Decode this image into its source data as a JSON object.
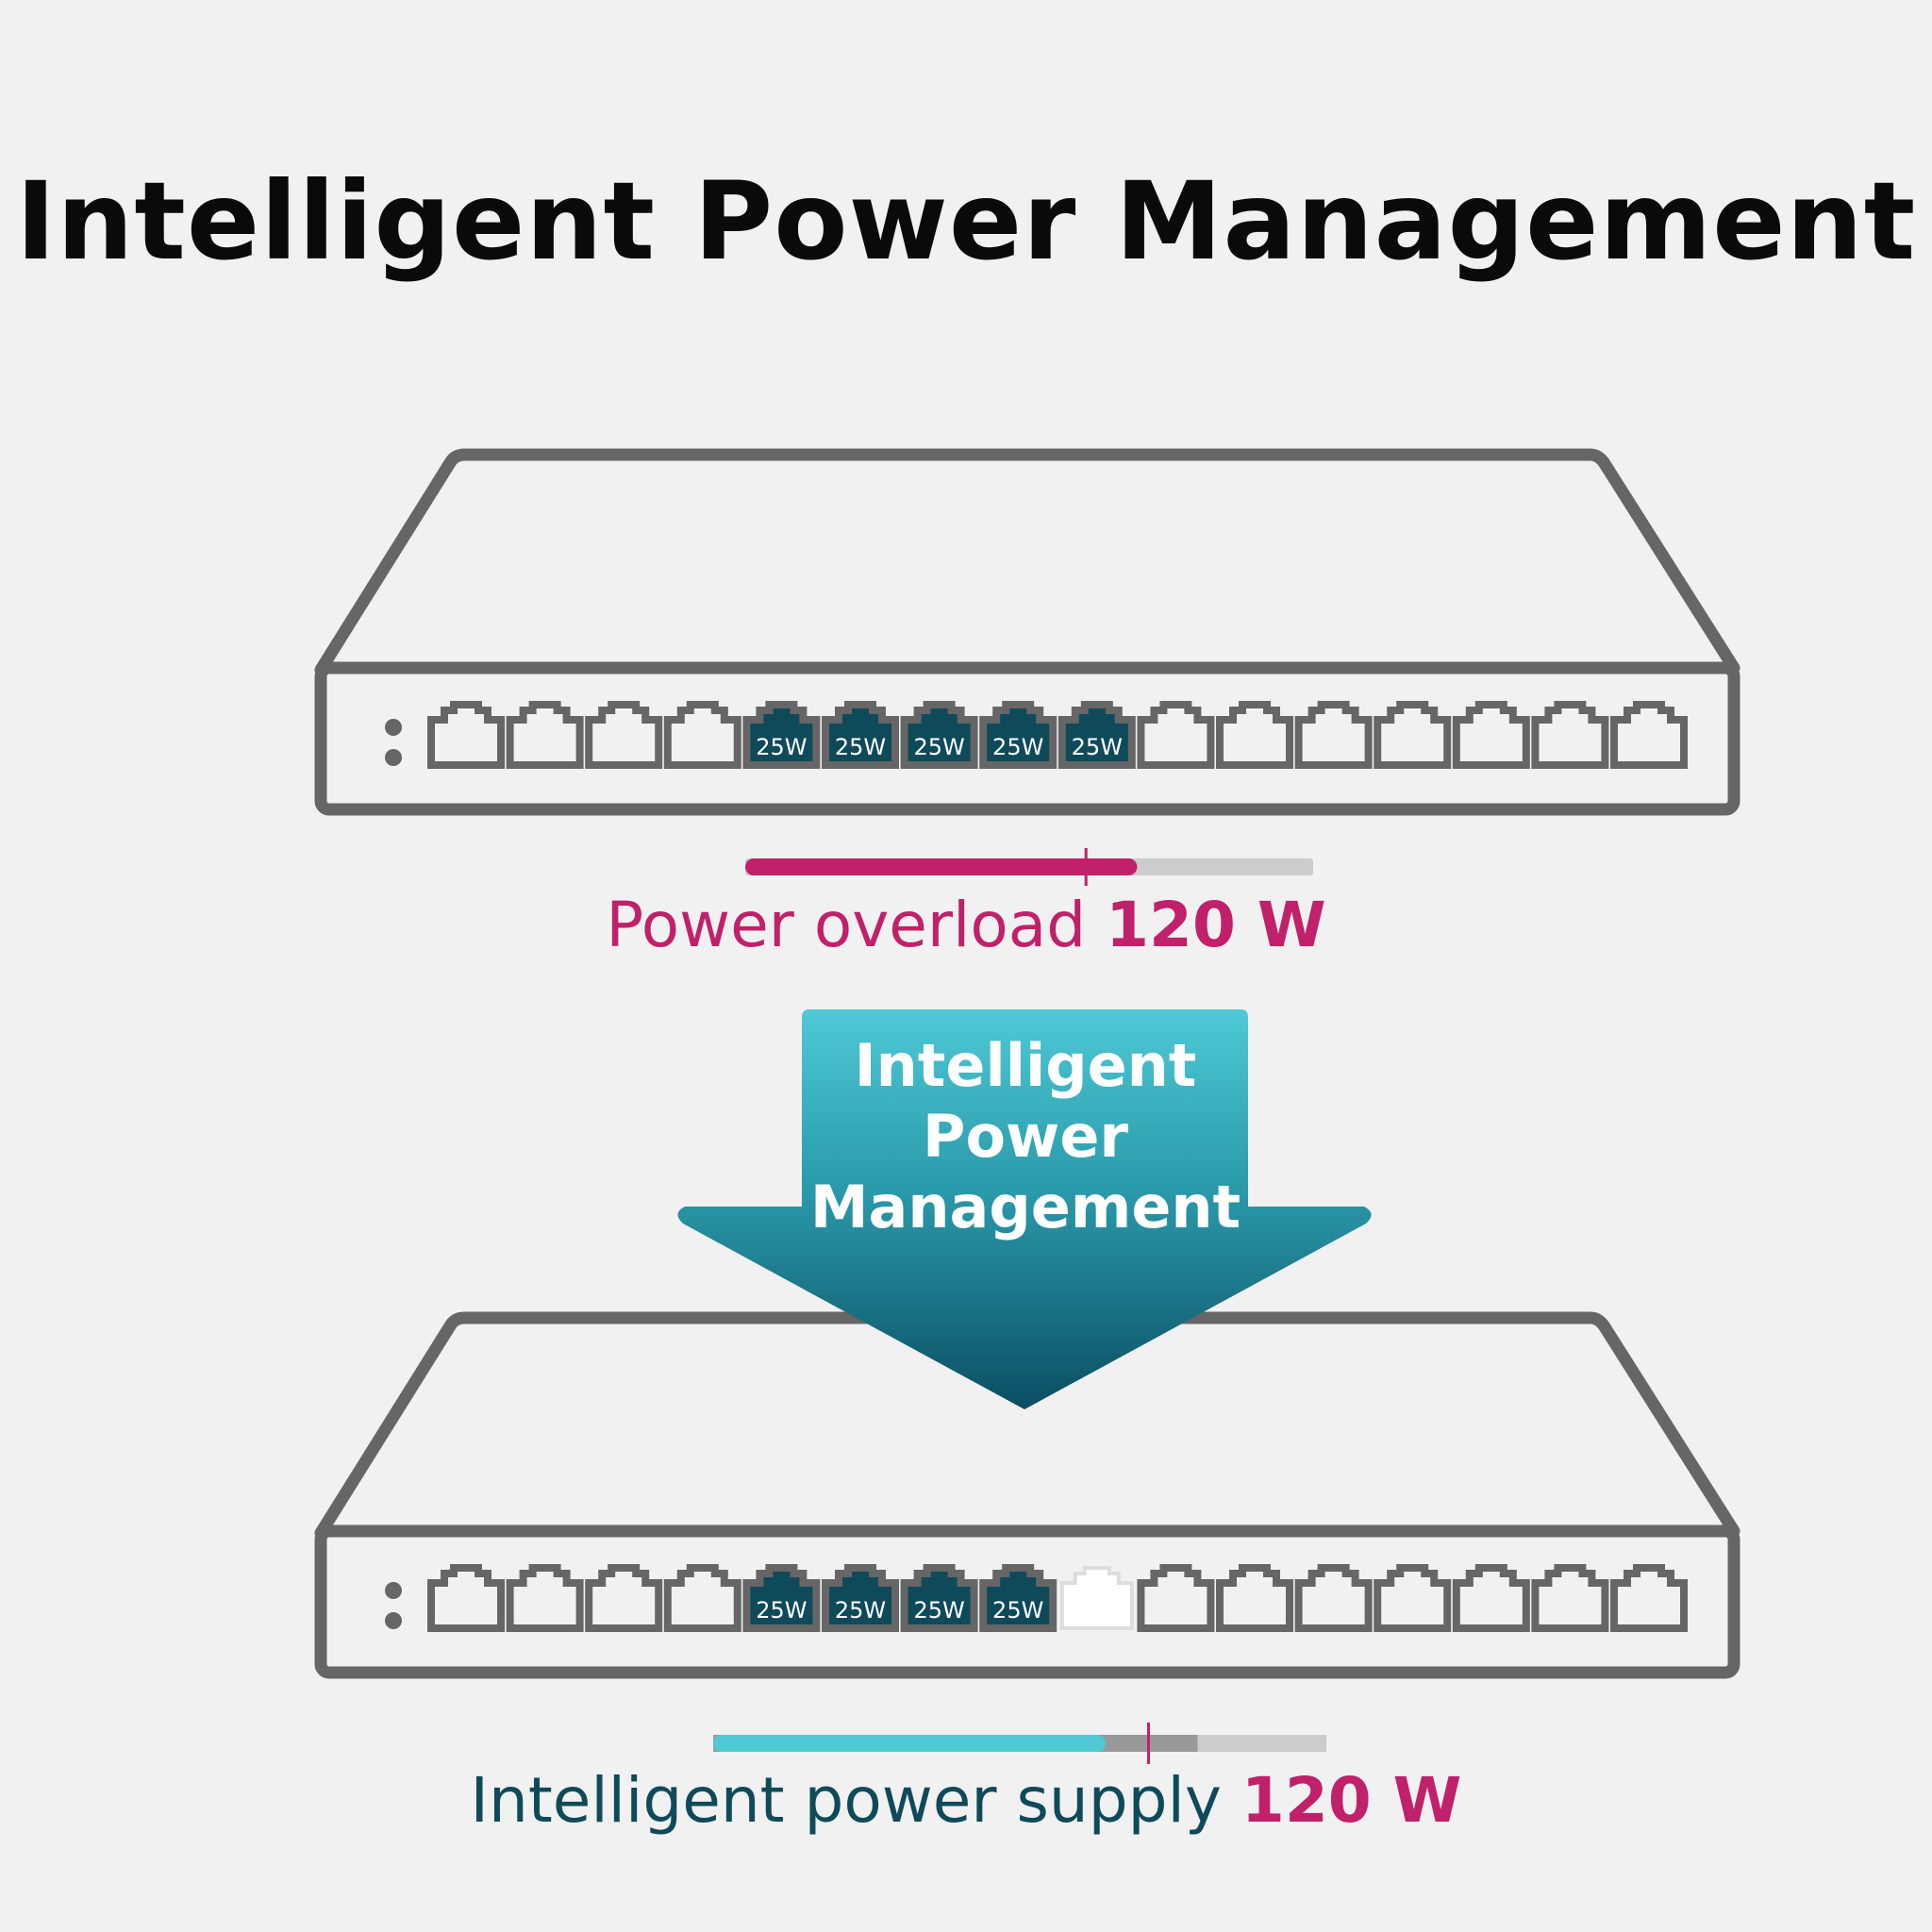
{
  "title": "Intelligent Power Management",
  "colors": {
    "background": "#f1f1f1",
    "outline": "#666666",
    "magenta": "#c1206a",
    "teal_dark": "#0f4a5a",
    "teal_light": "#4ec9d5",
    "bar_grey_light": "#cccccc",
    "bar_grey_dark": "#999999",
    "port_powered_fill": "#0f4a5a",
    "port_white_fill": "#ffffff"
  },
  "switch_top": {
    "port_count": 16,
    "powered_ports": [
      4,
      5,
      6,
      7,
      8
    ],
    "port_label": "25W",
    "bar": {
      "used_fraction": 0.69,
      "limit_fraction": 0.6
    },
    "caption": {
      "text": "Power overload ",
      "value": "120 W"
    }
  },
  "arrow": {
    "lines": [
      "Intelligent",
      "Power",
      "Management"
    ]
  },
  "switch_bottom": {
    "port_count": 16,
    "powered_ports": [
      4,
      5,
      6,
      7
    ],
    "cut_port": 8,
    "port_label": "25W",
    "bar": {
      "supplied_fraction": 0.64,
      "reserve_fraction": 0.79,
      "limit_fraction": 0.71
    },
    "caption": {
      "text": "Intelligent power supply ",
      "value": "120 W"
    }
  }
}
